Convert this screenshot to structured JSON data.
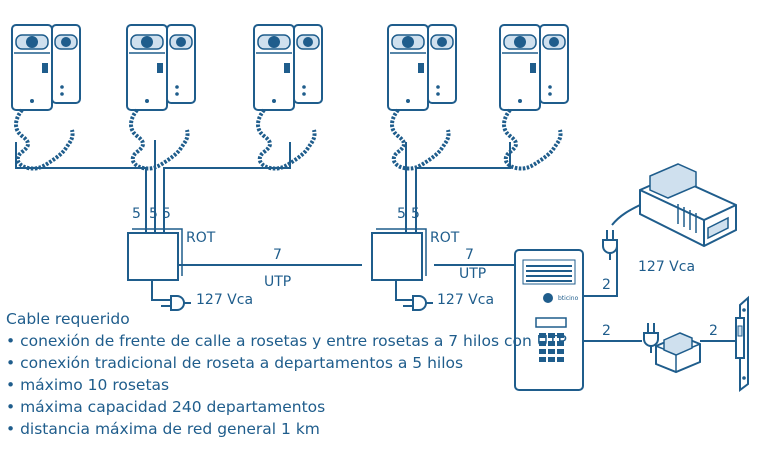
{
  "labels": {
    "count_5": "5",
    "count_7": "7",
    "count_2": "2",
    "rot": "ROT",
    "utp": "UTP",
    "voltage": "127 Vca"
  },
  "notes": {
    "heading": "Cable requerido",
    "items": [
      "conexión de frente de calle a rosetas y entre rosetas a 7 hilos con UTP",
      "conexión tradicional de roseta a departamentos a 5 hilos",
      "máximo 10 rosetas",
      "máxima capacidad 240 departamentos",
      "distancia máxima de red general 1 km"
    ]
  },
  "panel_brand": "bticino",
  "colors": {
    "line": "#1f5d8c",
    "fill": "#ffffff",
    "shade": "#cfe0ee"
  }
}
